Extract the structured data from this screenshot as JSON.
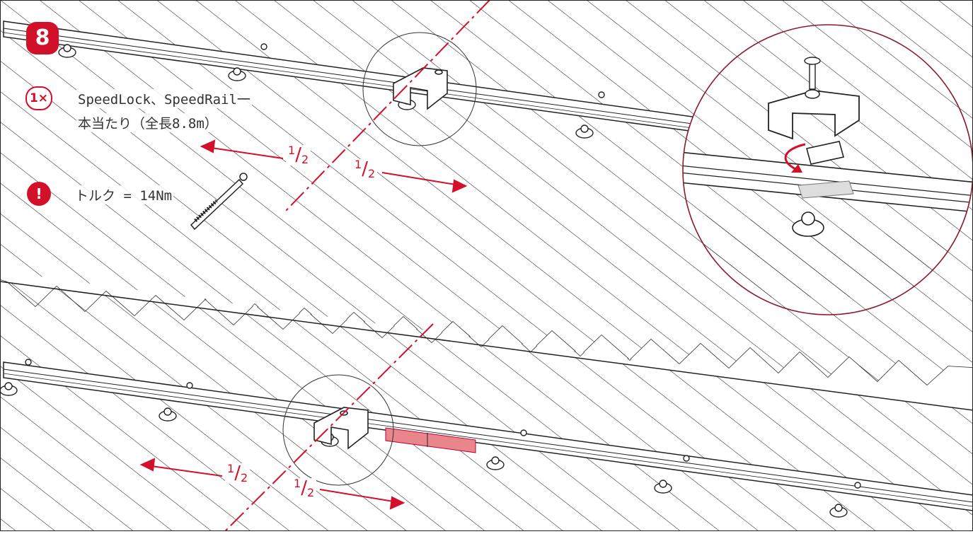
{
  "step": {
    "number": "8"
  },
  "quantity": {
    "badge": "1×",
    "line1": "SpeedLock、SpeedRail一",
    "line2": "本当たり（全長8.8m）"
  },
  "torque": {
    "badge": "!",
    "text": "トルク = 14Nm"
  },
  "fraction": {
    "num": "1",
    "den": "2"
  },
  "colors": {
    "accent": "#d3102a",
    "line": "#222222",
    "highlight": "#e8868c"
  },
  "icons": [
    "torque-wrench-icon",
    "rotate-arrow-icon",
    "screw-icon"
  ]
}
